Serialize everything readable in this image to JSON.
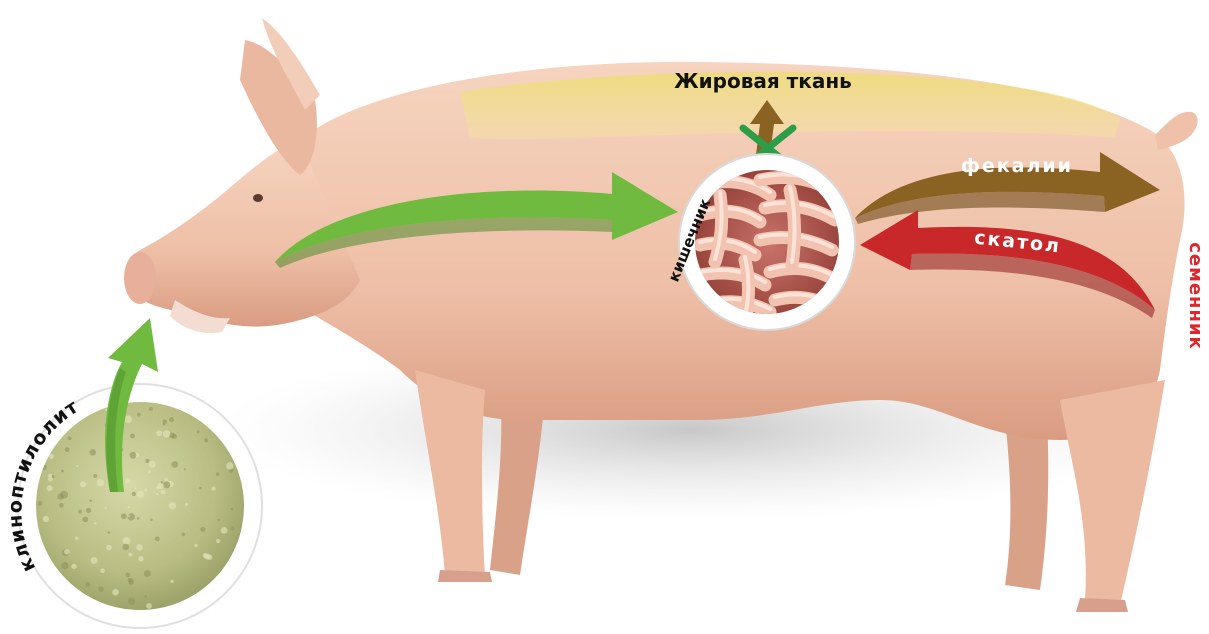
{
  "labels": {
    "fat_tissue": "Жировая ткань",
    "intestine": "кишечник",
    "feces": "фекалии",
    "skatole": "скатол",
    "testes": "семенник",
    "clinoptilolite": "клиноптилолит"
  },
  "colors": {
    "green_arrow": "#6fba3f",
    "brown_arrow": "#8a6222",
    "red_arrow": "#c8282a",
    "fat_band": "#f1e27e",
    "pig_skin": "#efc1a9",
    "cross": "#2e9d47",
    "testes_text": "#e0262b"
  },
  "icons": {
    "blocked_mark": "cross-icon"
  }
}
